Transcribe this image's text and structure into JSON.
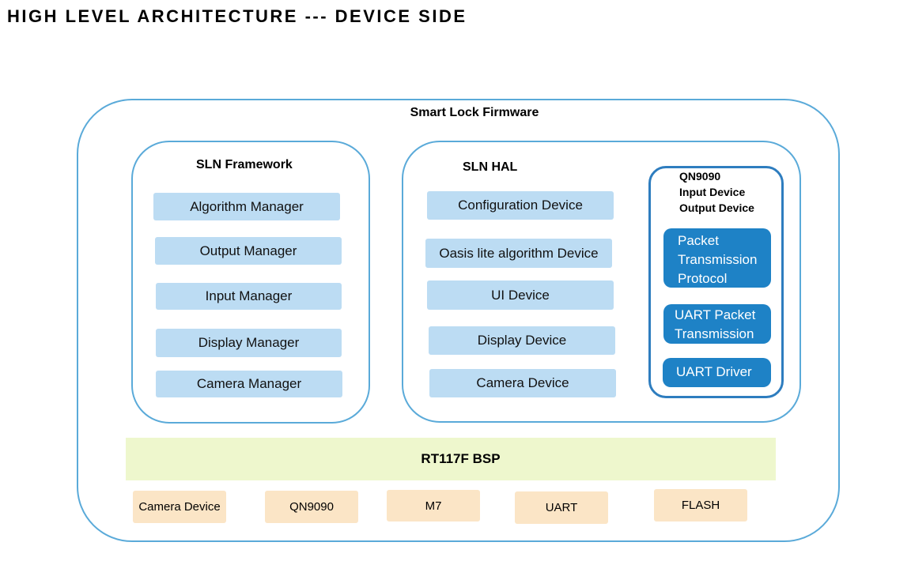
{
  "page_title": "HIGH LEVEL ARCHITECTURE --- DEVICE SIDE",
  "firmware": {
    "title": "Smart Lock Firmware",
    "framework": {
      "title": "SLN Framework",
      "items": [
        "Algorithm Manager",
        "Output Manager",
        "Input Manager",
        "Display Manager",
        "Camera Manager"
      ]
    },
    "hal": {
      "title": "SLN HAL",
      "items": [
        "Configuration Device",
        "Oasis lite algorithm Device",
        "UI Device",
        "Display Device",
        "Camera Device"
      ],
      "qn9090": {
        "header": [
          "QN9090",
          "Input Device",
          "Output Device"
        ],
        "blocks": [
          [
            "Packet",
            "Transmission",
            "Protocol"
          ],
          [
            "UART Packet",
            "Transmission"
          ],
          [
            "UART Driver"
          ]
        ]
      }
    },
    "bsp": "RT117F BSP",
    "hardware": [
      "Camera Device",
      "QN9090",
      "M7",
      "UART",
      "FLASH"
    ]
  },
  "colors": {
    "border": "#5aaad9",
    "light_block": "#bcdcf3",
    "dark_block": "#1e82c6",
    "bsp": "#eef7cd",
    "hardware": "#fbe5c6"
  }
}
